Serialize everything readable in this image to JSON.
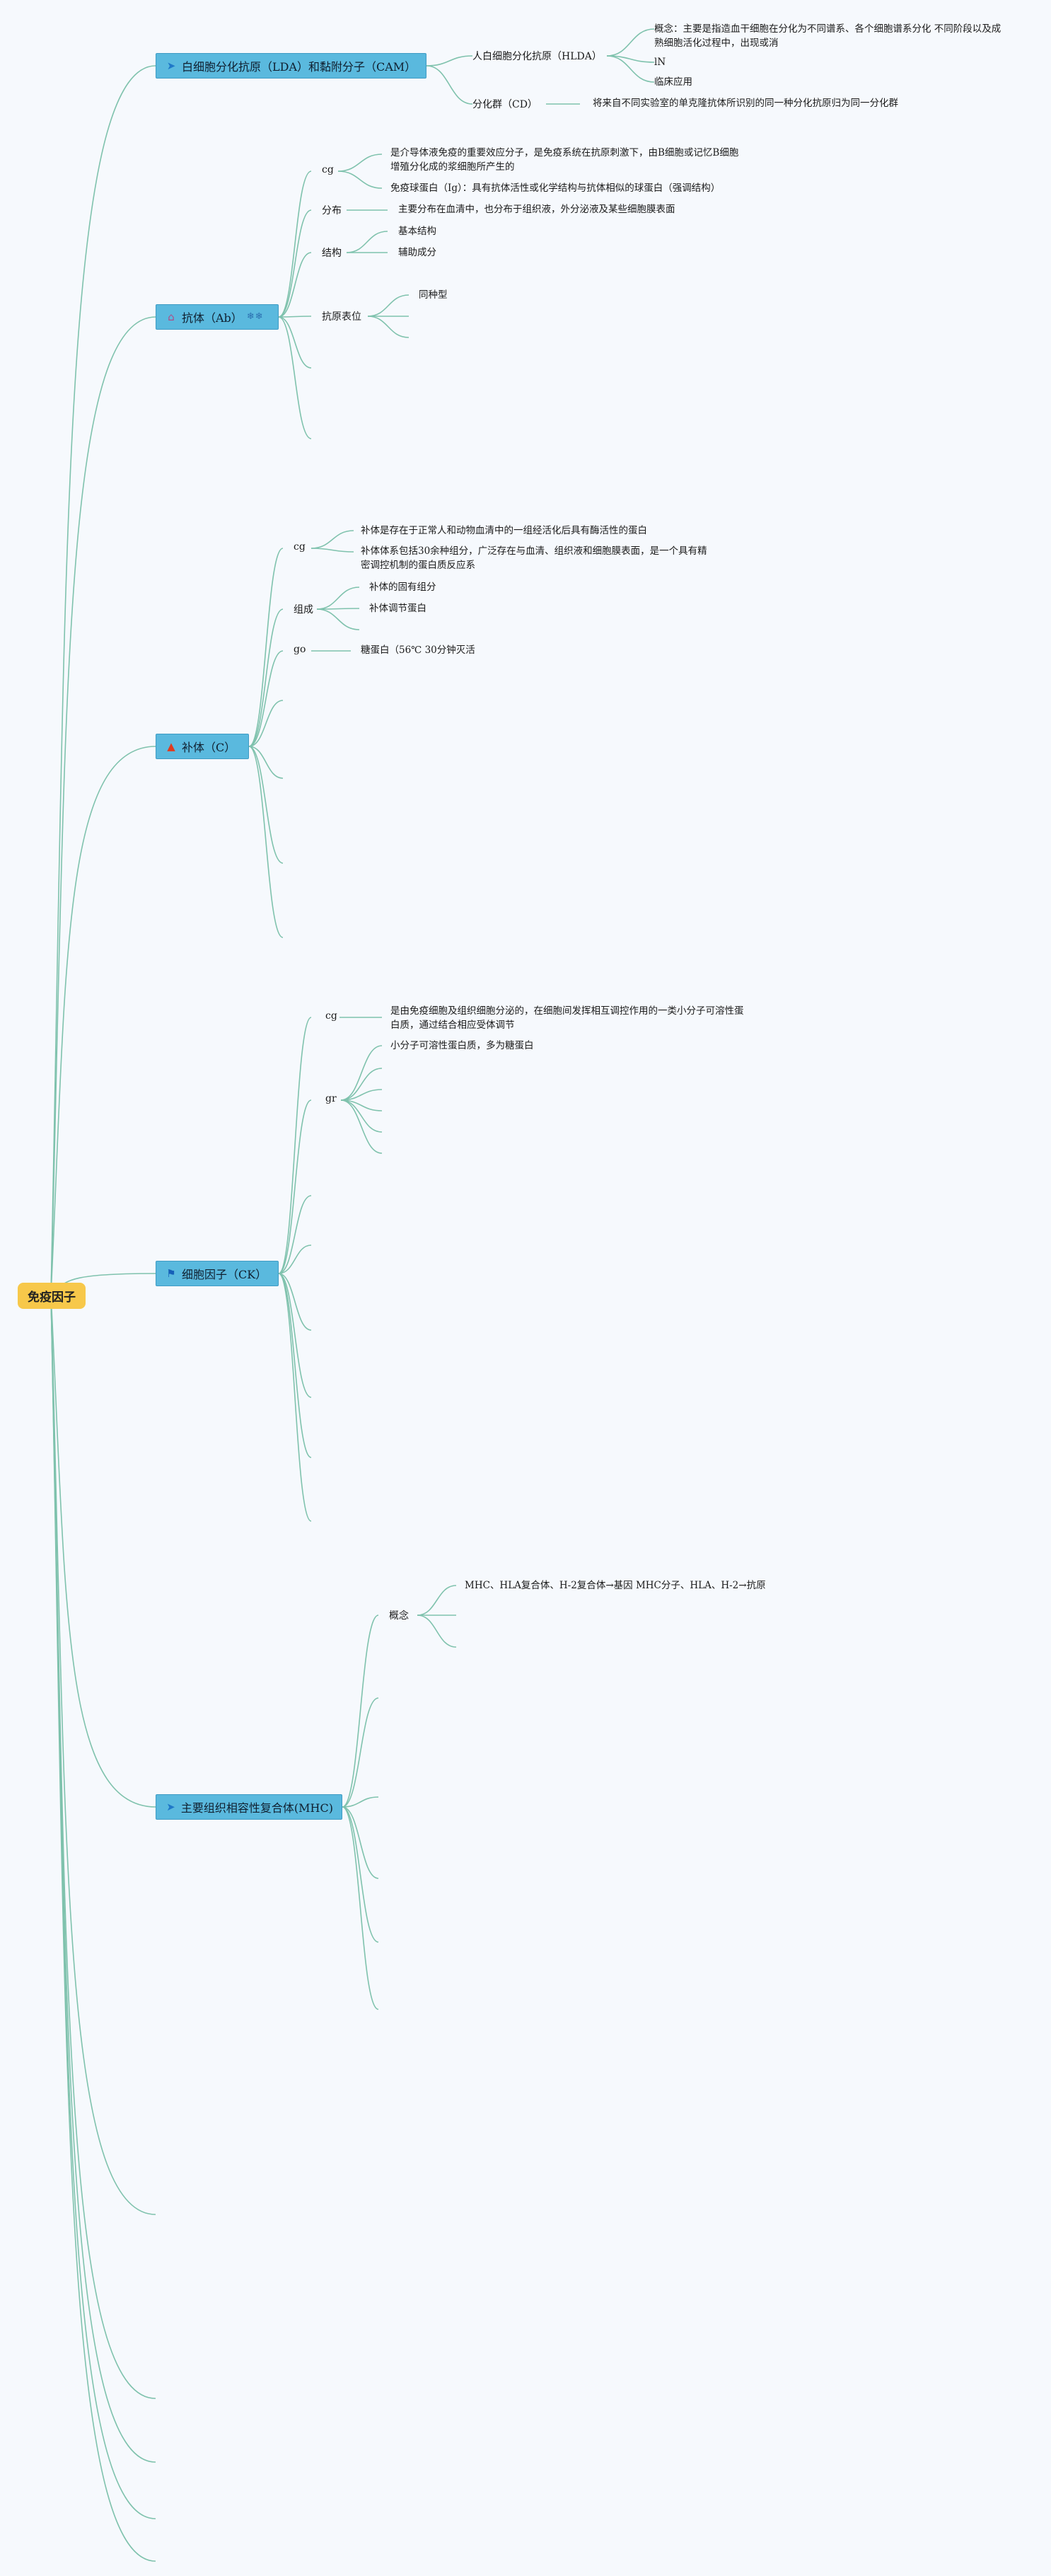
{
  "mindmap": {
    "root": "免疫因子",
    "branches": {
      "lda": {
        "title": "白细胞分化抗原（LDA）和黏附分子（CAM）",
        "hlda": {
          "label": "人白细胞分化抗原（HLDA）",
          "concept": "概念：主要是指造血干细胞在分化为不同谱系、各个细胞谱系分化 不同阶段以及成熟细胞活化过程中，出现或消",
          "ln": "lN",
          "clinical": "临床应用"
        },
        "cd": {
          "label": "分化群（CD）",
          "desc": "将来自不同实验室的单克隆抗体所识别的同一种分化抗原归为同一分化群"
        }
      },
      "ab": {
        "title": "抗体（Ab）",
        "concept_label": "cg",
        "concept_text": "是介导体液免疫的重要效应分子，是免疫系统在抗原刺激下，由B细胞或记忆B细胞增殖分化成的浆细胞所产生的",
        "ig_text": "免疫球蛋白（Ig）：具有抗体活性或化学结构与抗体相似的球蛋白（强调结构）",
        "distribution_label": "分布",
        "distribution_text": "主要分布在血清中，也分布于组织液，外分泌液及某些细胞膜表面",
        "structure_label": "结构",
        "structure_basic": "基本结构",
        "structure_aux": "辅助成分",
        "epitope_label": "抗原表位",
        "epitope_isotype": "同种型"
      },
      "complement": {
        "title": "补体（C）",
        "concept_label": "cg",
        "concept_text1": "补体是存在于正常人和动物血清中的一组经活化后具有酶活性的蛋白",
        "concept_text2": "补体体系包括30余种组分，广泛存在与血清、组织液和细胞膜表面，是一个具有精密调控机制的蛋白质反应系",
        "composition_label": "组成",
        "composition_inherent": "补体的固有组分",
        "composition_regulatory": "补体调节蛋白",
        "props_label": "go",
        "props_text": "糖蛋白（56℃ 30分钟灭活"
      },
      "ck": {
        "title": "细胞因子（CK）",
        "concept_label": "cg",
        "concept_text": "是由免疫细胞及组织细胞分泌的，在细胞间发挥相互调控作用的一类小分子可溶性蛋白质，通过结合相应受体调节",
        "props_label": "gr",
        "props_text": "小分子可溶性蛋白质，多为糖蛋白"
      },
      "mhc": {
        "title": "主要组织相容性复合体(MHC)",
        "concept_label": "概念",
        "concept_text": "MHC、HLA复合体、H-2复合体→基因 MHC分子、HLA、H-2→抗原"
      }
    },
    "colors": {
      "root": "#f7c84a",
      "main": "#5ab9de",
      "edge": "#7fc2ad",
      "background": "#f6f9fd"
    }
  }
}
